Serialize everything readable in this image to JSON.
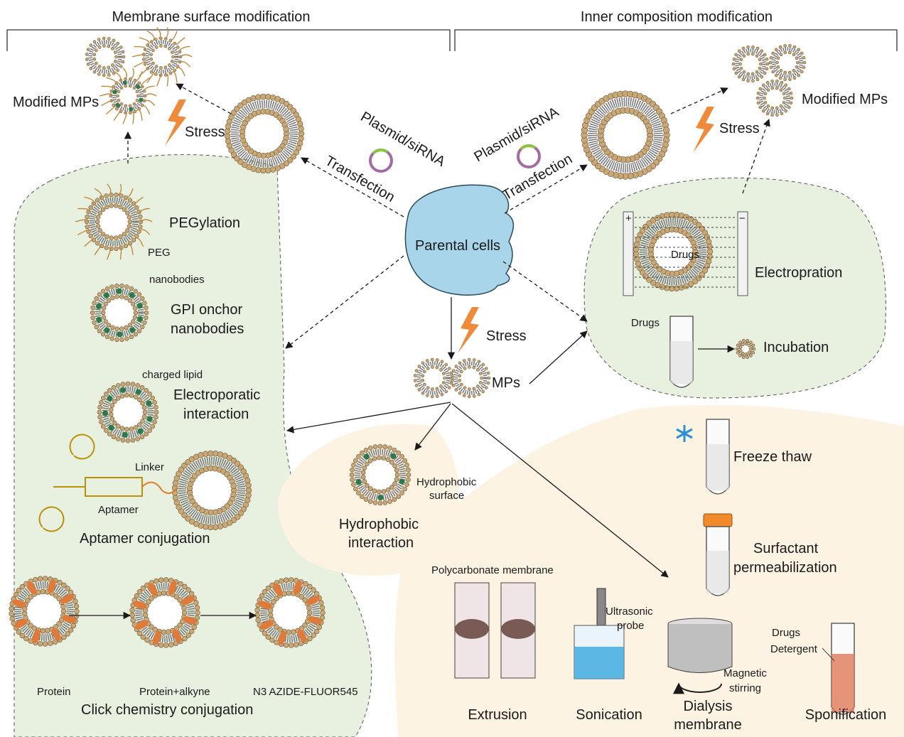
{
  "sections": {
    "left_title": "Membrane surface modification",
    "right_title": "Inner composition modification"
  },
  "center": {
    "parental_cells": "Parental cells",
    "stress_mid": "Stress",
    "mps": "MPs",
    "transfection_left": "Transfection",
    "transfection_right": "Transfection",
    "plasmid_left": "Plasmid/siRNA",
    "plasmid_right": "Plasmid/siRNA"
  },
  "top_left": {
    "modified": "Modified MPs",
    "stress": "Stress"
  },
  "top_right": {
    "modified": "Modified MPs",
    "stress": "Stress"
  },
  "membrane_methods": {
    "pegylation": "PEGylation",
    "peg": "PEG",
    "nanobodies_small": "nanobodies",
    "gpi_line1": "GPI onchor",
    "gpi_line2": "nanobodies",
    "charged_lipid": "charged lipid",
    "electro_line1": "Electroporatic",
    "electro_line2": "interaction",
    "linker": "Linker",
    "aptamer": "Aptamer",
    "aptamer_conj": "Aptamer conjugation",
    "protein": "Protein",
    "protein_alkyne": "Protein+alkyne",
    "n3": "N3  AZIDE-FLUOR545",
    "click": "Click chemistry conjugation"
  },
  "hydrophobic": {
    "surface_line1": "Hydrophobic",
    "surface_line2": "surface",
    "title_line1": "Hydrophobic",
    "title_line2": "interaction"
  },
  "inner_methods": {
    "electroporation": "Electropration",
    "drugs_in": "Drugs",
    "drugs_tube": "Drugs",
    "incubation": "Incubation",
    "plus": "+",
    "minus": "−"
  },
  "physical_methods": {
    "freeze": "Freeze thaw",
    "surfactant_line1": "Surfactant",
    "surfactant_line2": "permeabilization",
    "polycarbonate": "Polycarbonate membrane",
    "extrusion": "Extrusion",
    "ultrasonic_line1": "Ultrasonic",
    "ultrasonic_line2": "probe",
    "sonication": "Sonication",
    "magnetic_line1": "Magnetic",
    "magnetic_line2": "stirring",
    "dialysis_line1": "Dialysis",
    "dialysis_line2": "membrane",
    "drugs": "Drugs",
    "detergent": "Detergent",
    "sponification": "Sponification"
  },
  "colors": {
    "green_bg": "#e8f1e0",
    "cream_bg": "#fdf3e3",
    "lipid_head": "#c9a877",
    "cell_blue": "#a9d5ea",
    "bolt": "#ef8a3a",
    "drug_blue": "#6fb3d6",
    "peg": "#c08a3e",
    "protein": "#e07a3a",
    "gpi_green": "#2c7a4b"
  }
}
